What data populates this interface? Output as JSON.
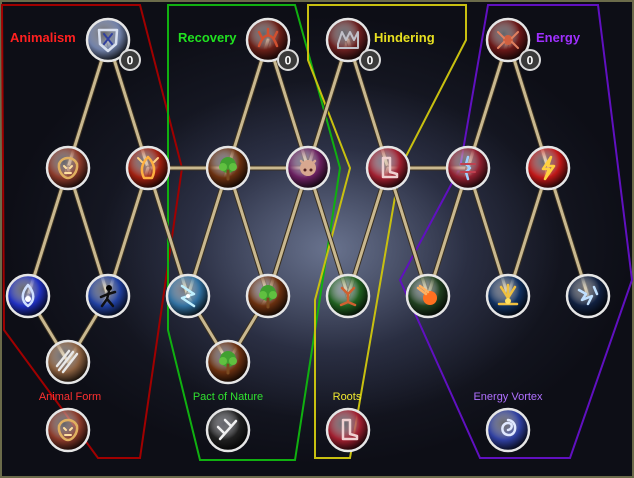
{
  "sections": [
    {
      "key": "animalism",
      "title": "Animalism",
      "title_color": "#ff2020",
      "border_color": "#a00000",
      "caption": "Animal Form",
      "caption_color": "#ff3030",
      "base_points": "0",
      "nodes": [
        {
          "id": "a-base",
          "icon": "shield-icon"
        },
        {
          "id": "a-2",
          "icon": "beast-head-icon"
        },
        {
          "id": "a-3",
          "icon": "flame-beast-icon"
        },
        {
          "id": "a-4",
          "icon": "blue-flame-icon"
        },
        {
          "id": "a-5",
          "icon": "running-figure-icon"
        },
        {
          "id": "a-6",
          "icon": "claws-icon"
        },
        {
          "id": "a-final",
          "icon": "beast-head-icon"
        }
      ]
    },
    {
      "key": "recovery",
      "title": "Recovery",
      "title_color": "#20e020",
      "border_color": "#10b010",
      "caption": "Pact of Nature",
      "caption_color": "#30e030",
      "base_points": "0",
      "nodes": [
        {
          "id": "r-base",
          "icon": "bramble-icon"
        },
        {
          "id": "r-2",
          "icon": "tree-icon"
        },
        {
          "id": "r-3",
          "icon": "healing-light-icon"
        },
        {
          "id": "r-4",
          "icon": "tree-icon"
        },
        {
          "id": "r-5",
          "icon": "tree-icon"
        },
        {
          "id": "r-final",
          "icon": "sword-icon"
        }
      ]
    },
    {
      "key": "hindering",
      "title": "Hindering",
      "title_color": "#e8e020",
      "border_color": "#c8c010",
      "caption": "Roots",
      "caption_color": "#f0e830",
      "base_points": "0",
      "nodes": [
        {
          "id": "h-base",
          "icon": "wolves-icon"
        },
        {
          "id": "h-2",
          "icon": "pig-icon"
        },
        {
          "id": "h-3",
          "icon": "boot-icon"
        },
        {
          "id": "h-4",
          "icon": "rooted-foot-icon"
        },
        {
          "id": "h-final",
          "icon": "boot-icon"
        }
      ]
    },
    {
      "key": "energy",
      "title": "Energy",
      "title_color": "#a030ff",
      "border_color": "#6010c0",
      "caption": "Energy Vortex",
      "caption_color": "#b070ff",
      "base_points": "0",
      "nodes": [
        {
          "id": "e-base",
          "icon": "spider-icon"
        },
        {
          "id": "e-2",
          "icon": "lightning-bolt-icon"
        },
        {
          "id": "e-3",
          "icon": "crackle-icon"
        },
        {
          "id": "e-4",
          "icon": "fireball-icon"
        },
        {
          "id": "e-5",
          "icon": "spark-icon"
        },
        {
          "id": "e-6",
          "icon": "electric-icon"
        },
        {
          "id": "e-final",
          "icon": "vortex-icon"
        }
      ]
    }
  ]
}
